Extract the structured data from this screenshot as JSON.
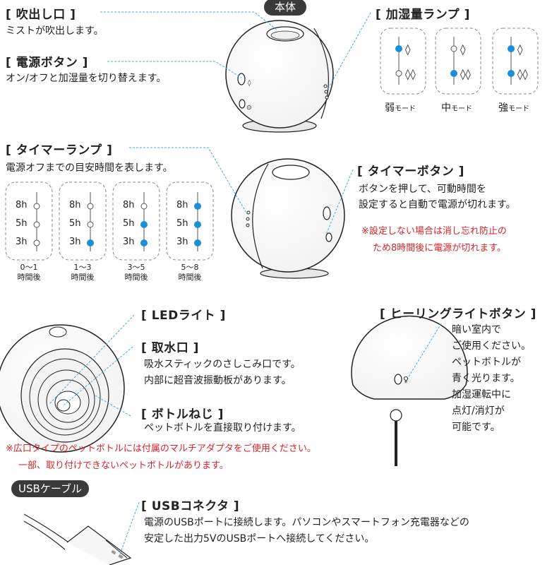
{
  "body_tag": "本体",
  "usb_tag": "USBケーブル",
  "outlet": {
    "title": "[ 吹出し口 ]",
    "desc": "ミストが吹出します。"
  },
  "power_button": {
    "title": "[ 電源ボタン ]",
    "desc": "オン/オフと加湿量を切り替えます。"
  },
  "humidity_lamp": {
    "title": "[ 加湿量ランプ ]",
    "modes": [
      {
        "name": "弱",
        "suffix": "モード"
      },
      {
        "name": "中",
        "suffix": "モード"
      },
      {
        "name": "強",
        "suffix": "モード"
      }
    ]
  },
  "timer_lamp": {
    "title": "[ タイマーランプ ]",
    "desc": "電源オフまでの目安時間を表します。",
    "levels": [
      "8h",
      "5h",
      "3h"
    ],
    "ranges": [
      {
        "range": "0〜1",
        "unit": "時間後"
      },
      {
        "range": "1〜3",
        "unit": "時間後"
      },
      {
        "range": "3〜5",
        "unit": "時間後"
      },
      {
        "range": "5〜8",
        "unit": "時間後"
      }
    ]
  },
  "timer_button": {
    "title": "[ タイマーボタン ]",
    "desc1": "ボタンを押して、可動時間を",
    "desc2": "設定すると自動で電源が切れます。",
    "note1": "※設定しない場合は消し忘れ防止の",
    "note2": "ため8時間後に電源が切れます。"
  },
  "led_light": {
    "title": "[ LEDライト ]"
  },
  "water_inlet": {
    "title": "[ 取水口 ]",
    "desc1": "吸水スティックのさしこみ口です。",
    "desc2": "内部に超音波振動板があります。"
  },
  "bottle_screw": {
    "title": "[ ボトルねじ ]",
    "desc": "ペットボトルを直接取り付けます。"
  },
  "bottle_note": {
    "line1": "※広口タイプのペットボトルには付属のマルチアダプタをご使用ください。",
    "line2": "一部、取り付けできないペットボトルがあります。"
  },
  "healing_button": {
    "title": "[ ヒーリングライトボタン ]",
    "lines": [
      "暗い室内で",
      "ご使用ください。",
      "ペットボトルが",
      "青く光ります。",
      "加湿運転中に",
      "点灯/消灯が",
      "可能です。"
    ]
  },
  "usb_connector": {
    "title": "[ USBコネクタ ]",
    "desc1": "電源のUSBポートに接続します。パソコンやスマートフォン充電器などの",
    "desc2": "安定した出力5VのUSBポートへ接続してください。"
  },
  "colors": {
    "accent": "#1a8fd8",
    "note": "#d8232a",
    "tag_bg": "#3a3a3a",
    "leader": "#4aa8e0"
  }
}
